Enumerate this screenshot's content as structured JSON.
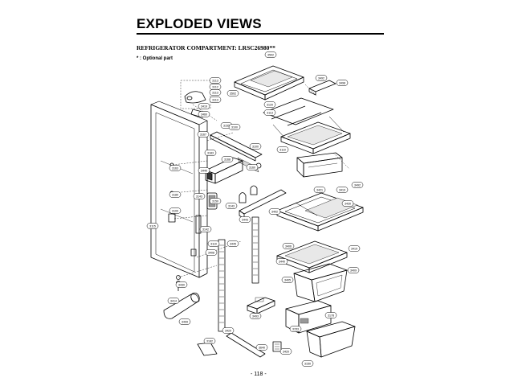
{
  "title": "EXPLODED VIEWS",
  "subtitle": "REFRIGERATOR COMPARTMENT: LRSC26980**",
  "optional_note": "* : Optional part",
  "page_number": "- 118 -",
  "callouts": [
    {
      "id": "c01",
      "text": "3502"
    },
    {
      "id": "c02",
      "text": "3492"
    },
    {
      "id": "c03",
      "text": "3498"
    },
    {
      "id": "c04",
      "text": "3502"
    },
    {
      "id": "c05",
      "text": "3113"
    },
    {
      "id": "c06",
      "text": "3112"
    },
    {
      "id": "c07",
      "text": "3113"
    },
    {
      "id": "c08",
      "text": "3113"
    },
    {
      "id": "c09",
      "text": "3419"
    },
    {
      "id": "c10",
      "text": "3460"
    },
    {
      "id": "c11",
      "text": "3120"
    },
    {
      "id": "c12",
      "text": "3113"
    },
    {
      "id": "c13",
      "text": "3155"
    },
    {
      "id": "c14",
      "text": "3100"
    },
    {
      "id": "c15",
      "text": "3167"
    },
    {
      "id": "c16",
      "text": "3100"
    },
    {
      "id": "c17",
      "text": "3110"
    },
    {
      "id": "c18",
      "text": "3183"
    },
    {
      "id": "c19",
      "text": "3168"
    },
    {
      "id": "c20",
      "text": "3160"
    },
    {
      "id": "c21",
      "text": "3163"
    },
    {
      "id": "c22",
      "text": "3440"
    },
    {
      "id": "c23",
      "text": "3143"
    },
    {
      "id": "c24",
      "text": "3150"
    },
    {
      "id": "c25",
      "text": "3143"
    },
    {
      "id": "c26",
      "text": "3180"
    },
    {
      "id": "c27",
      "text": "3100"
    },
    {
      "id": "c28",
      "text": "3443"
    },
    {
      "id": "c29",
      "text": "3115"
    },
    {
      "id": "c30",
      "text": "3492"
    },
    {
      "id": "c31",
      "text": "3421"
    },
    {
      "id": "c32",
      "text": "3419"
    },
    {
      "id": "c33",
      "text": "3430"
    },
    {
      "id": "c34",
      "text": "3402"
    },
    {
      "id": "c35",
      "text": "3445"
    },
    {
      "id": "c36",
      "text": "3408"
    },
    {
      "id": "c37",
      "text": "3142"
    },
    {
      "id": "c38",
      "text": "3110"
    },
    {
      "id": "c39",
      "text": "3406"
    },
    {
      "id": "c40",
      "text": "3419"
    },
    {
      "id": "c41",
      "text": "3440"
    },
    {
      "id": "c42",
      "text": "3409"
    },
    {
      "id": "c43",
      "text": "3405"
    },
    {
      "id": "c44",
      "text": "3430"
    },
    {
      "id": "c45",
      "text": "3414"
    },
    {
      "id": "c46",
      "text": "3499"
    },
    {
      "id": "c47",
      "text": "3493"
    },
    {
      "id": "c48",
      "text": "3153"
    },
    {
      "id": "c49",
      "text": "3178"
    },
    {
      "id": "c50",
      "text": "3182"
    },
    {
      "id": "c51",
      "text": "3420"
    },
    {
      "id": "c52",
      "text": "3640"
    },
    {
      "id": "c53",
      "text": "3420"
    },
    {
      "id": "c54",
      "text": "3150"
    }
  ]
}
